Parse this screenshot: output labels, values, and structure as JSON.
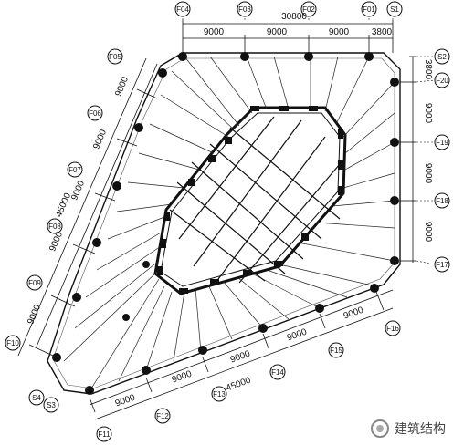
{
  "axes_top": [
    "F04",
    "F03",
    "F02",
    "F01",
    "S1"
  ],
  "axes_right": [
    "S2",
    "F20",
    "F19",
    "F18",
    "F17",
    "F16"
  ],
  "axes_bottom": [
    "F11",
    "F12",
    "F13",
    "F14",
    "F15"
  ],
  "axes_left": [
    "F05",
    "F06",
    "F07",
    "F08",
    "F09",
    "F10"
  ],
  "axes_corner": [
    "S4",
    "S3"
  ],
  "dims_top": {
    "total": "30800",
    "spans": [
      "9000",
      "9000",
      "9000",
      "3800"
    ]
  },
  "dims_right": {
    "spans": [
      "3800",
      "9000",
      "9000",
      "9000"
    ]
  },
  "dims_left": {
    "total": "45000",
    "spans": [
      "9000",
      "9000",
      "9000",
      "9000",
      "9000"
    ]
  },
  "dims_bottom": {
    "total": "45000",
    "spans": [
      "9000",
      "9000",
      "9000",
      "9000",
      "9000"
    ]
  },
  "watermark": {
    "text": "建筑结构",
    "icon": "wechat-icon"
  },
  "colors": {
    "line": "#111111",
    "hatch": "#333333"
  }
}
